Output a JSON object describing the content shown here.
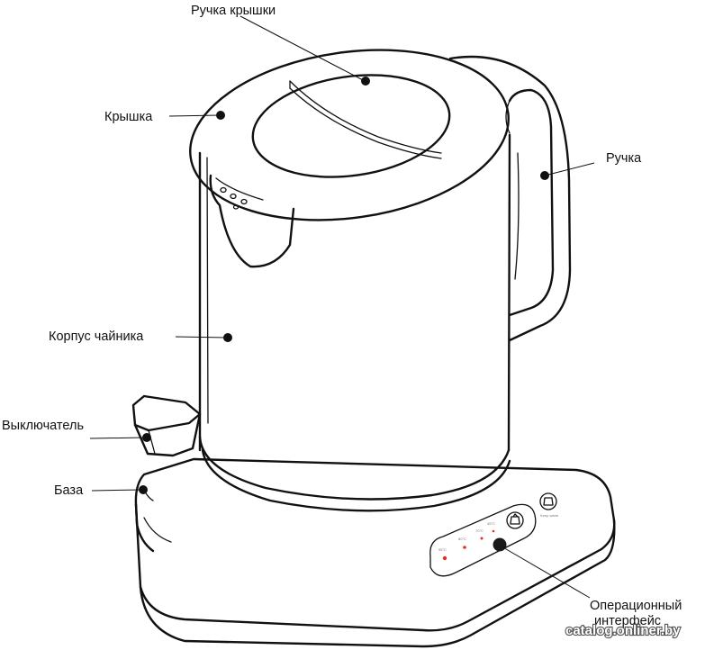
{
  "labels": {
    "lid_handle": "Ручка крышки",
    "lid": "Крышка",
    "handle": "Ручка",
    "body": "Корпус чайника",
    "switch": "Выключатель",
    "base": "База",
    "interface_line1": "Операционный",
    "interface_line2": "интерфейс"
  },
  "watermark": "catalog.onliner.by",
  "colors": {
    "line": "#111111",
    "indicator": "#e0302a",
    "background": "#ffffff"
  }
}
